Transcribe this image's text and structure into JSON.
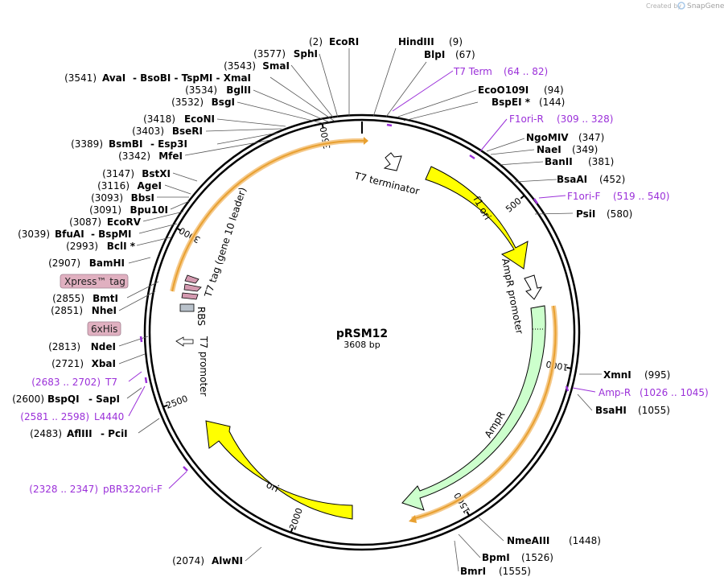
{
  "credit": {
    "prefix": "Created by",
    "brand": "SnapGene"
  },
  "plasmid": {
    "name": "pRSM12",
    "size": "3608 bp"
  },
  "ticks": [
    "500",
    "1000",
    "1500",
    "2000",
    "2500",
    "3000",
    "3500"
  ],
  "colors": {
    "feature_yellow": "#ffff00",
    "ampr_green": "#ccffcc",
    "orf_orange": "#f0a020",
    "primer": "#9b30d9",
    "tag_pink": "#e0b0c0"
  },
  "features": [
    {
      "label": "f1 ori"
    },
    {
      "label": "AmpR promoter"
    },
    {
      "label": "AmpR"
    },
    {
      "label": "ori"
    },
    {
      "label": "T7 terminator"
    },
    {
      "label": "T7 tag (gene 10 leader)"
    },
    {
      "label": "RBS"
    },
    {
      "label": "T7 promoter"
    }
  ],
  "boxed_labels": [
    "Xpress™ tag",
    "6xHis"
  ],
  "enzymes_right": [
    {
      "pos": "(2)",
      "name": "EcoRI"
    },
    {
      "name": "HindIII",
      "pos": "(9)"
    },
    {
      "name": "BlpI",
      "pos": "(67)"
    },
    {
      "name": "EcoO109I",
      "pos": "(94)"
    },
    {
      "name": "BspEI *",
      "pos": "(144)"
    },
    {
      "name": "NgoMIV",
      "pos": "(347)"
    },
    {
      "name": "NaeI",
      "pos": "(349)"
    },
    {
      "name": "BanII",
      "pos": "(381)"
    },
    {
      "name": "BsaAI",
      "pos": "(452)"
    },
    {
      "name": "PsiI",
      "pos": "(580)"
    },
    {
      "name": "XmnI",
      "pos": "(995)"
    },
    {
      "name": "BsaHI",
      "pos": "(1055)"
    },
    {
      "name": "NmeAIII",
      "pos": "(1448)"
    },
    {
      "name": "BpmI",
      "pos": "(1526)"
    },
    {
      "name": "BmrI",
      "pos": "(1555)"
    }
  ],
  "enzymes_left": [
    {
      "pos": "(3577)",
      "name": "SphI"
    },
    {
      "pos": "(3543)",
      "name": "SmaI"
    },
    {
      "pos": "(3541)",
      "name": "AvaI",
      "extra": "- BsoBI - TspMI - XmaI"
    },
    {
      "pos": "(3534)",
      "name": "BglII"
    },
    {
      "pos": "(3532)",
      "name": "BsgI"
    },
    {
      "pos": "(3418)",
      "name": "EcoNI"
    },
    {
      "pos": "(3403)",
      "name": "BseRI"
    },
    {
      "pos": "(3389)",
      "name": "BsmBI",
      "extra": "- Esp3I"
    },
    {
      "pos": "(3342)",
      "name": "MfeI"
    },
    {
      "pos": "(3147)",
      "name": "BstXI"
    },
    {
      "pos": "(3116)",
      "name": "AgeI"
    },
    {
      "pos": "(3093)",
      "name": "BbsI"
    },
    {
      "pos": "(3091)",
      "name": "Bpu10I"
    },
    {
      "pos": "(3087)",
      "name": "EcoRV"
    },
    {
      "pos": "(3039)",
      "name": "BfuAI",
      "extra": "- BspMI"
    },
    {
      "pos": "(2993)",
      "name": "BclI *"
    },
    {
      "pos": "(2907)",
      "name": "BamHI"
    },
    {
      "pos": "(2855)",
      "name": "BmtI"
    },
    {
      "pos": "(2851)",
      "name": "NheI"
    },
    {
      "pos": "(2813)",
      "name": "NdeI"
    },
    {
      "pos": "(2721)",
      "name": "XbaI"
    },
    {
      "pos": "(2600)",
      "name": "BspQI",
      "extra": "- SapI"
    },
    {
      "pos": "(2483)",
      "name": "AflIII",
      "extra": "- PciI"
    },
    {
      "pos": "(2074)",
      "name": "AlwNI"
    }
  ],
  "primers": [
    {
      "name": "T7 Term",
      "range": "(64 .. 82)"
    },
    {
      "name": "F1ori-R",
      "range": "(309 .. 328)"
    },
    {
      "name": "F1ori-F",
      "range": "(519 .. 540)"
    },
    {
      "name": "Amp-R",
      "range": "(1026 .. 1045)"
    },
    {
      "range": "(2683 .. 2702)",
      "name": "T7"
    },
    {
      "range": "(2581 .. 2598)",
      "name": "L4440"
    },
    {
      "range": "(2328 .. 2347)",
      "name": "pBR322ori-F"
    }
  ]
}
